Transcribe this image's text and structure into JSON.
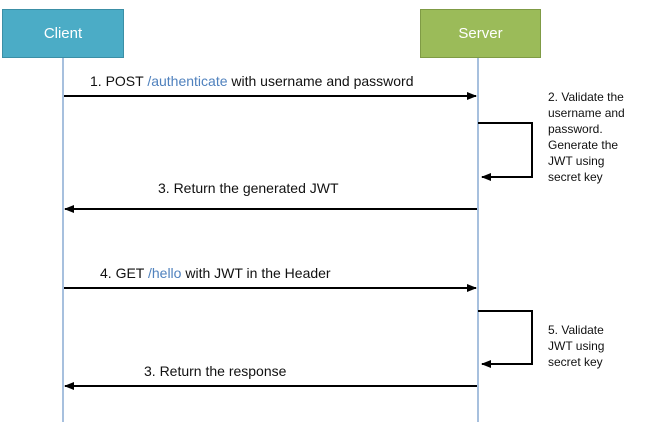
{
  "actors": {
    "client": "Client",
    "server": "Server"
  },
  "messages": {
    "m1": {
      "prefix": "1. POST ",
      "path": "/authenticate",
      "suffix": " with username and password"
    },
    "m2": "3. Return the generated JWT",
    "m3": {
      "prefix": "4.  GET ",
      "path": "/hello",
      "suffix": " with JWT in the Header"
    },
    "m4": "3. Return the response"
  },
  "notes": {
    "n1": "2. Validate the\nusername and\npassword.\nGenerate the\nJWT using\nsecret key",
    "n2": "5. Validate\nJWT using\nsecret key"
  },
  "colors": {
    "client_box": "#4bacc6",
    "server_box": "#9bbb59",
    "lifeline": "#4f81bd",
    "arrow": "#000000",
    "path_text": "#4f81bd"
  }
}
